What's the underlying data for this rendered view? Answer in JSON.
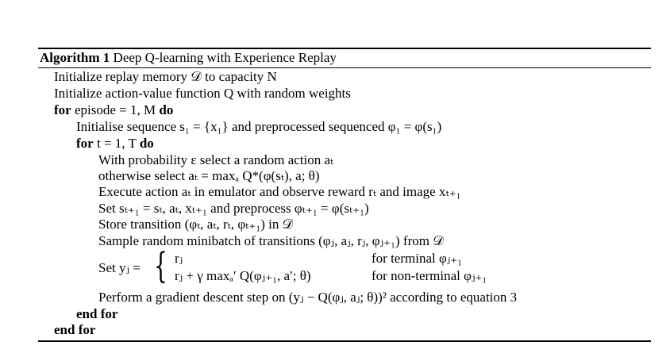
{
  "algorithm": {
    "label": "Algorithm 1",
    "title": "Deep Q-learning with Experience Replay"
  },
  "lines": {
    "l1": "Initialize replay memory 𝒟 to capacity N",
    "l2": "Initialize action-value function Q with random weights",
    "l3_kw": "for",
    "l3_text": "episode = 1, M",
    "l3_do": "do",
    "l4": "Initialise sequence s₁ = {x₁} and preprocessed sequenced φ₁ = φ(s₁)",
    "l5_kw": "for",
    "l5_text": "t = 1, T",
    "l5_do": "do",
    "l6": "With probability ε select a random action aₜ",
    "l7": "otherwise select aₜ = maxₐ Q*(φ(sₜ), a; θ)",
    "l8": "Execute action aₜ in emulator and observe reward rₜ and image xₜ₊₁",
    "l9": "Set sₜ₊₁ = sₜ, aₜ, xₜ₊₁ and preprocess φₜ₊₁ = φ(sₜ₊₁)",
    "l10": "Store transition (φₜ, aₜ, rₜ, φₜ₊₁) in 𝒟",
    "l11": "Sample random minibatch of transitions (φⱼ, aⱼ, rⱼ, φⱼ₊₁) from 𝒟",
    "set_label": "Set yⱼ =",
    "case1_expr": "rⱼ",
    "case1_cond": "for terminal φⱼ₊₁",
    "case2_expr": "rⱼ + γ maxₐ′ Q(φⱼ₊₁, a′; θ)",
    "case2_cond": "for non-terminal φⱼ₊₁",
    "l13": "Perform a gradient descent step on (yⱼ − Q(φⱼ, aⱼ; θ))² according to equation 3",
    "l14": "end for",
    "l15": "end for"
  }
}
